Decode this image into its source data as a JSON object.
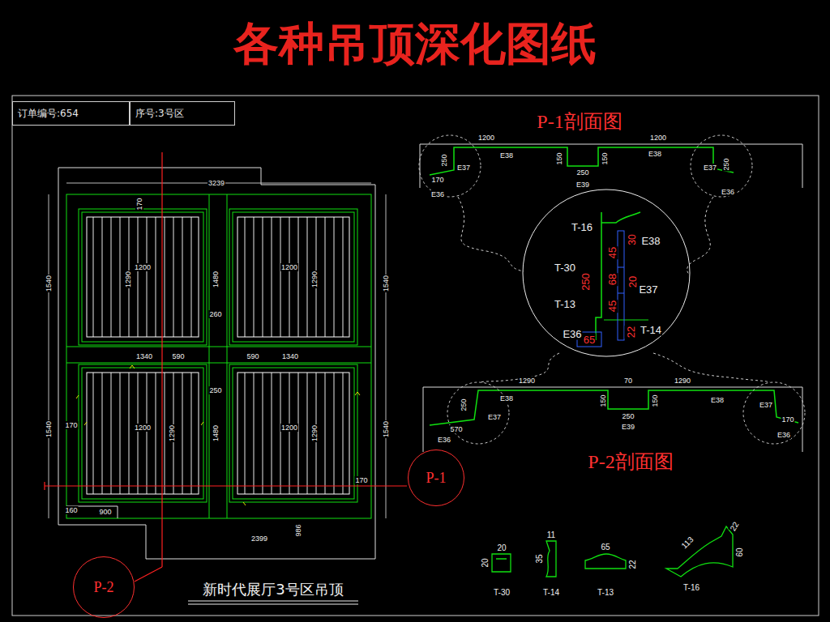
{
  "diagram": {
    "title": "各种吊顶深化图纸",
    "caption": "新时代展厅3号区吊顶",
    "nodes": [
      {
        "text": [
          "订单编号:654"
        ]
      },
      {
        "text": [
          "序号:3号区"
        ]
      },
      {
        "text": [
          "P-1"
        ]
      },
      {
        "text": [
          "P-2"
        ]
      }
    ],
    "labels": [
      "P-1剖面图",
      "P-2剖面图",
      "3239",
      "170",
      "1540",
      "1200",
      "1290",
      "1480",
      "1200",
      "1290",
      "1540",
      "260",
      "1340",
      "590",
      "590",
      "1340",
      "250",
      "1540",
      "170",
      "1200",
      "1290",
      "1480",
      "1200",
      "1290",
      "1540",
      "170",
      "160",
      "900",
      "986",
      "2399",
      "1200",
      "1200",
      "250",
      "E38",
      "E37",
      "170",
      "E36",
      "150",
      "150",
      "250",
      "E39",
      "E38",
      "E37",
      "250",
      "E36",
      "T-16",
      "E38",
      "30",
      "T-30",
      "45",
      "250",
      "68",
      "20",
      "E37",
      "T-13",
      "45",
      "E36",
      "65",
      "22",
      "T-14",
      "1290",
      "70",
      "1290",
      "E38",
      "250",
      "E37",
      "570",
      "E36",
      "150",
      "150",
      "250",
      "E39",
      "E38",
      "E37",
      "170",
      "E36",
      "20",
      "20",
      "T-30",
      "11",
      "35",
      "T-14",
      "65",
      "22",
      "T-13",
      "113",
      "22",
      "60",
      "T-16"
    ]
  }
}
